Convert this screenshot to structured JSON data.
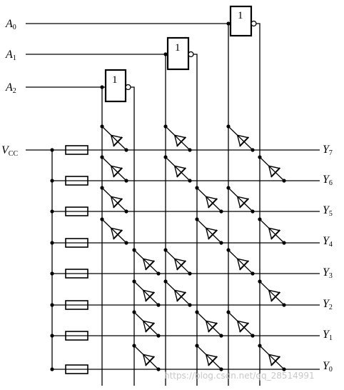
{
  "inputs": [
    {
      "letter": "A",
      "sub": "0"
    },
    {
      "letter": "A",
      "sub": "1"
    },
    {
      "letter": "A",
      "sub": "2"
    }
  ],
  "supply": {
    "letter": "V",
    "sub": "CC"
  },
  "outputs": [
    {
      "letter": "Y",
      "sub": "7"
    },
    {
      "letter": "Y",
      "sub": "6"
    },
    {
      "letter": "Y",
      "sub": "5"
    },
    {
      "letter": "Y",
      "sub": "4"
    },
    {
      "letter": "Y",
      "sub": "3"
    },
    {
      "letter": "Y",
      "sub": "2"
    },
    {
      "letter": "Y",
      "sub": "1"
    },
    {
      "letter": "Y",
      "sub": "0"
    }
  ],
  "gate_label": "1",
  "watermark": "https://blog.csdn.net/qq_28514991"
}
